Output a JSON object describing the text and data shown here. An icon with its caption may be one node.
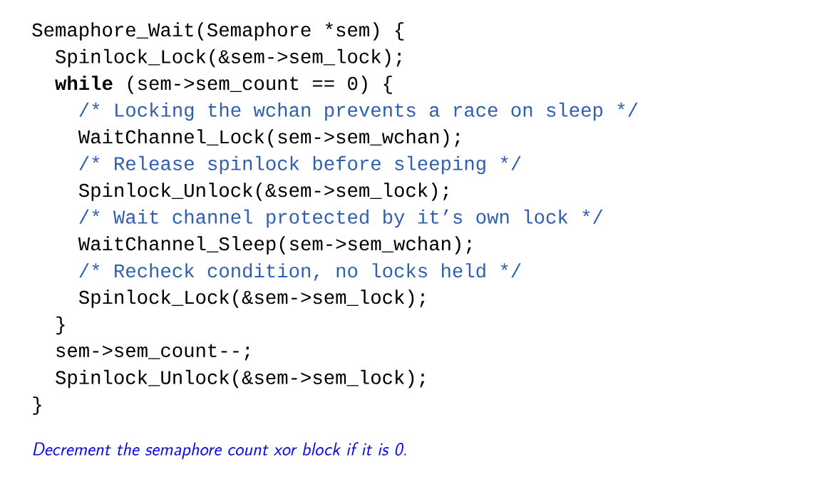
{
  "diagram": {
    "caption": "Decrement the semaphore count xor block if it is 0.",
    "labels": [
      "Semaphore_Wait(Semaphore *sem) {",
      "Spinlock_Lock(&sem->sem_lock);",
      "**while** (sem->sem_count == 0) {",
      "/* Locking the wchan prevents a race on sleep */",
      "WaitChannel_Lock(sem->sem_wchan);",
      "/* Release spinlock before sleeping */",
      "Spinlock_Unlock(&sem->sem_lock);",
      "/* Wait channel protected by it’s own lock */",
      "WaitChannel_Sleep(sem->sem_wchan);",
      "/* Recheck condition, no locks held */",
      "Spinlock_Lock(&sem->sem_lock);",
      "}",
      "sem->sem_count--;",
      "Spinlock_Unlock(&sem->sem_lock);",
      "}"
    ]
  }
}
